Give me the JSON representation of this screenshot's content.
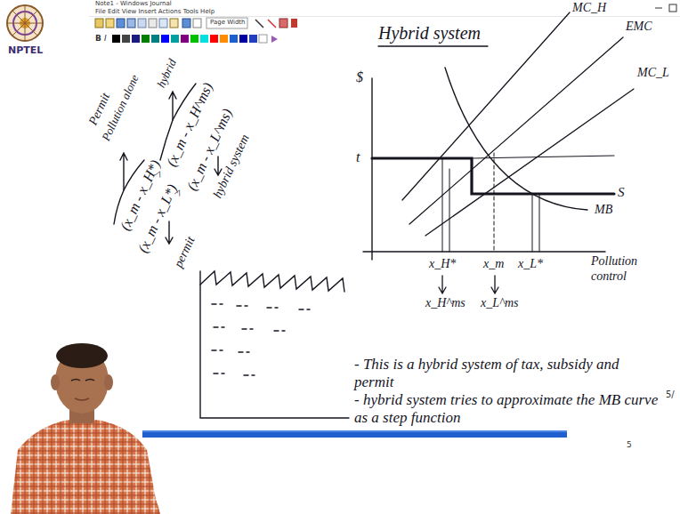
{
  "diagram": {
    "title": "Hybrid system",
    "labels": [
      "Note1 - Windows Journal",
      "File Edit View Insert Actions Tools Help",
      "Page Width",
      "B",
      "I",
      "NPTEL",
      "Permit",
      "Pollution alone",
      "hybrid",
      "(x_m - x_H*)",
      ">",
      "(x_m - x_H^ms)",
      "(x_m - x_L*)",
      ">",
      "(x_m - x_L^ms)",
      "hybrid system",
      "permit",
      "$",
      "t",
      "MC_H",
      "EMC",
      "MC_L",
      "S",
      "MB",
      "Pollution control",
      "x_H*",
      "x_m",
      "x_L*",
      "x_H^ms",
      "x_L^ms",
      "- This is a hybrid system of tax, subsidy and permit",
      "- hybrid system tries to approximate the MB curve as a step function",
      "5/",
      "5"
    ]
  }
}
